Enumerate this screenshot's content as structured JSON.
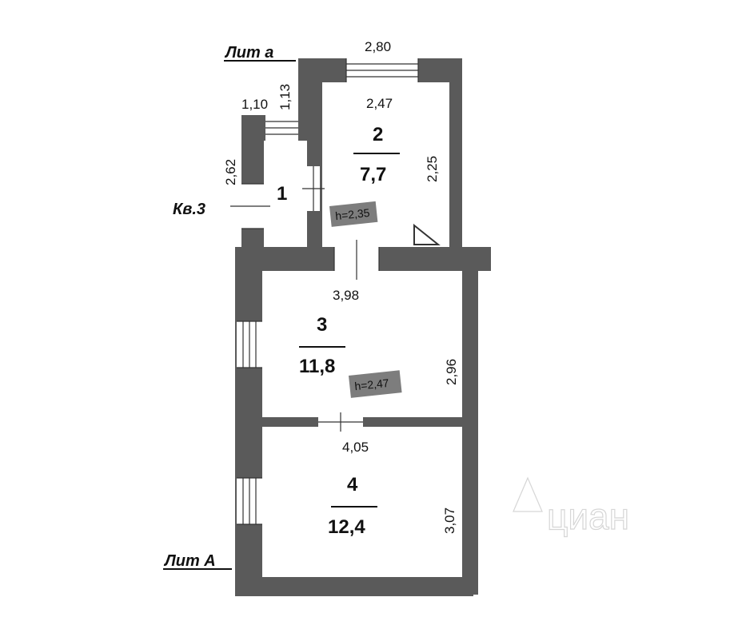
{
  "labels": {
    "lit_upper": "Лит а",
    "lit_lower": "Лит А",
    "apartment": "Кв.3",
    "watermark": "циан"
  },
  "dimensions": {
    "top_width": "2,80",
    "vestibule_width": "1,10",
    "vestibule_length": "1,13",
    "room1_height": "2,62",
    "room2_width": "2,47",
    "room2_depth": "2,25",
    "room3_width": "3,98",
    "room3_depth": "2,96",
    "room4_width": "4,05",
    "room4_depth": "3,07"
  },
  "rooms": [
    {
      "number": "1",
      "area": ""
    },
    {
      "number": "2",
      "area": "7,7"
    },
    {
      "number": "3",
      "area": "11,8"
    },
    {
      "number": "4",
      "area": "12,4"
    }
  ],
  "heights": {
    "upper": "h=2,35",
    "lower": "h=2,47"
  },
  "colors": {
    "wall": "#5a5a5a",
    "height_tag": "#7d7d7d",
    "text": "#111111"
  }
}
